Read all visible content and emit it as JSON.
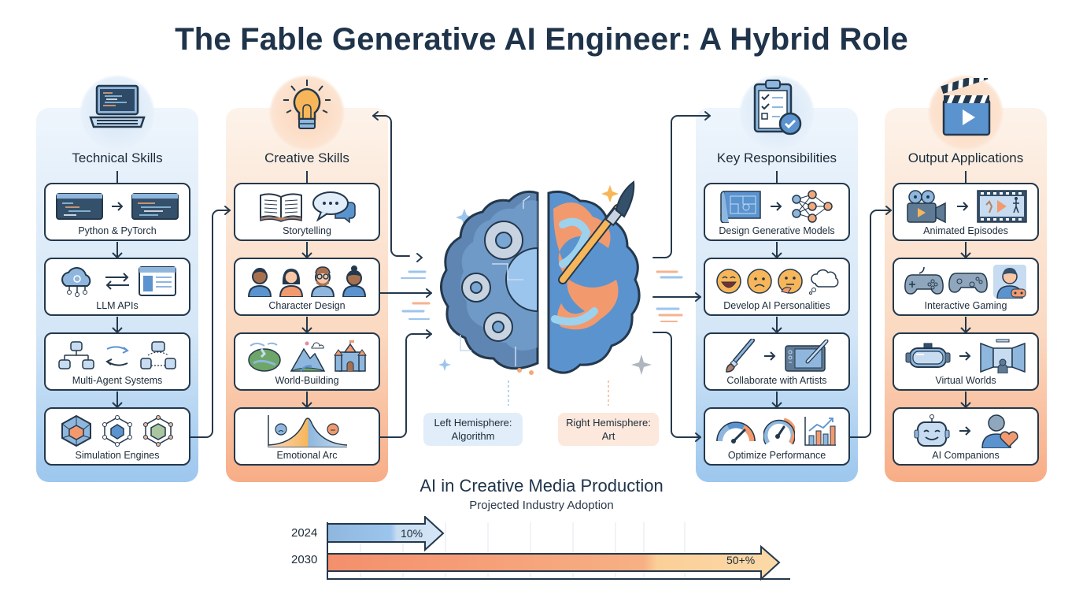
{
  "header": {
    "title": "The Fable Generative AI Engineer: A Hybrid Role"
  },
  "colors": {
    "navy": "#24384c",
    "blue_accent": "#5b93cf",
    "blue_panel": "#d4e6f7",
    "orange_accent": "#f29a6e",
    "orange_panel": "#fbd9c1",
    "title_text": "#1f344a"
  },
  "panels": [
    {
      "id": "technical",
      "title": "Technical Skills",
      "hero_icon": "laptop-code-icon",
      "theme": "blue",
      "cards": [
        {
          "label": "Python & PyTorch",
          "icons": [
            "code-editor-icon",
            "arrow-right-icon",
            "code-editor-icon"
          ]
        },
        {
          "label": "LLM APIs",
          "icons": [
            "cloud-network-icon",
            "bidirectional-arrows-icon",
            "browser-window-icon"
          ]
        },
        {
          "label": "Multi-Agent Systems",
          "icons": [
            "robot-hierarchy-icon",
            "exchange-arrows-icon",
            "robot-group-icon"
          ]
        },
        {
          "label": "Simulation Engines",
          "icons": [
            "cube-icon",
            "cube-graph-icon",
            "cube-mesh-icon"
          ]
        }
      ]
    },
    {
      "id": "creative",
      "title": "Creative Skills",
      "hero_icon": "lightbulb-icon",
      "theme": "orange",
      "cards": [
        {
          "label": "Storytelling",
          "icons": [
            "open-book-icon",
            "speech-bubbles-icon"
          ]
        },
        {
          "label": "Character Design",
          "icons": [
            "person-icon",
            "person-icon",
            "person-glasses-icon",
            "person-bun-icon"
          ]
        },
        {
          "label": "World-Building",
          "icons": [
            "landscape-icon",
            "mountain-icon",
            "castle-icon"
          ]
        },
        {
          "label": "Emotional Arc",
          "icons": [
            "emotion-curve-chart-icon"
          ]
        }
      ]
    },
    {
      "id": "responsibilities",
      "title": "Key Responsibilities",
      "hero_icon": "clipboard-check-icon",
      "theme": "blue",
      "cards": [
        {
          "label": "Design Generative Models",
          "icons": [
            "blueprint-icon",
            "arrow-right-icon",
            "neural-network-icon"
          ]
        },
        {
          "label": "Develop AI Personalities",
          "icons": [
            "happy-emoji-icon",
            "sad-emoji-icon",
            "thinking-emoji-icon",
            "thought-bubble-icon"
          ]
        },
        {
          "label": "Collaborate with Artists",
          "icons": [
            "paintbrush-icon",
            "arrow-right-icon",
            "drawing-tablet-icon"
          ]
        },
        {
          "label": "Optimize Performance",
          "icons": [
            "gauge-icon",
            "speedometer-icon",
            "bar-chart-trend-icon"
          ]
        }
      ]
    },
    {
      "id": "outputs",
      "title": "Output Applications",
      "hero_icon": "clapperboard-icon",
      "theme": "orange",
      "cards": [
        {
          "label": "Animated Episodes",
          "icons": [
            "film-camera-icon",
            "arrow-right-icon",
            "film-strip-icon"
          ]
        },
        {
          "label": "Interactive Gaming",
          "icons": [
            "gamepad-icon",
            "gamepad-icon",
            "gamer-avatar-icon"
          ]
        },
        {
          "label": "Virtual Worlds",
          "icons": [
            "vr-headset-icon",
            "arrow-right-icon",
            "immersive-room-icon"
          ]
        },
        {
          "label": "AI Companions",
          "icons": [
            "robot-face-icon",
            "arrow-right-icon",
            "person-heart-icon"
          ]
        }
      ]
    }
  ],
  "center": {
    "icon": "split-brain-icon",
    "left_label_line1": "Left Hemisphere:",
    "left_label_line2": "Algorithm",
    "right_label_line1": "Right Hemisphere:",
    "right_label_line2": "Art"
  },
  "chart_data": {
    "type": "bar",
    "orientation": "horizontal",
    "title": "AI in Creative Media Production",
    "subtitle": "Projected Industry Adoption",
    "categories": [
      "2024",
      "2030"
    ],
    "values": [
      10,
      50
    ],
    "value_labels": [
      "10%",
      "50+%"
    ],
    "series": [
      {
        "name": "Projected Industry Adoption",
        "values": [
          10,
          50
        ]
      }
    ],
    "bar_colors": [
      "#9cc5ee",
      "#f4a27a"
    ],
    "xlabel": "",
    "ylabel": "",
    "xlim": [
      0,
      60
    ],
    "grid": true,
    "legend": "none"
  }
}
